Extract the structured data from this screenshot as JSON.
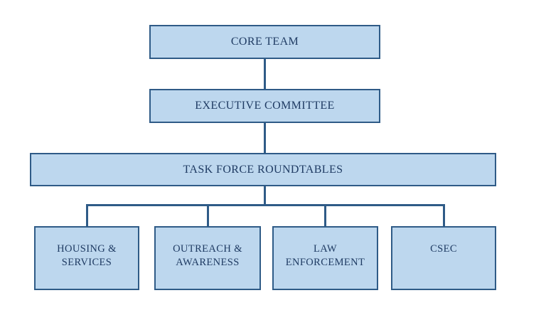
{
  "diagram": {
    "type": "org-chart",
    "colors": {
      "background": "#ffffff",
      "box_fill": "#bdd7ee",
      "box_border": "#2f5b87",
      "connector": "#2f5b87",
      "text": "#1f3b63"
    },
    "nodes": {
      "core_team": {
        "label": "CORE TEAM"
      },
      "executive_committee": {
        "label": "EXECUTIVE COMMITTEE"
      },
      "task_force_roundtables": {
        "label": "TASK FORCE ROUNDTABLES"
      },
      "housing_services": {
        "label": "HOUSING &\nSERVICES"
      },
      "outreach_awareness": {
        "label": "OUTREACH &\nAWARENESS"
      },
      "law_enforcement": {
        "label": "LAW\nENFORCEMENT"
      },
      "csec": {
        "label": "CSEC"
      }
    },
    "edges": [
      {
        "from": "core_team",
        "to": "executive_committee"
      },
      {
        "from": "executive_committee",
        "to": "task_force_roundtables"
      },
      {
        "from": "task_force_roundtables",
        "to": "housing_services"
      },
      {
        "from": "task_force_roundtables",
        "to": "outreach_awareness"
      },
      {
        "from": "task_force_roundtables",
        "to": "law_enforcement"
      },
      {
        "from": "task_force_roundtables",
        "to": "csec"
      }
    ]
  }
}
